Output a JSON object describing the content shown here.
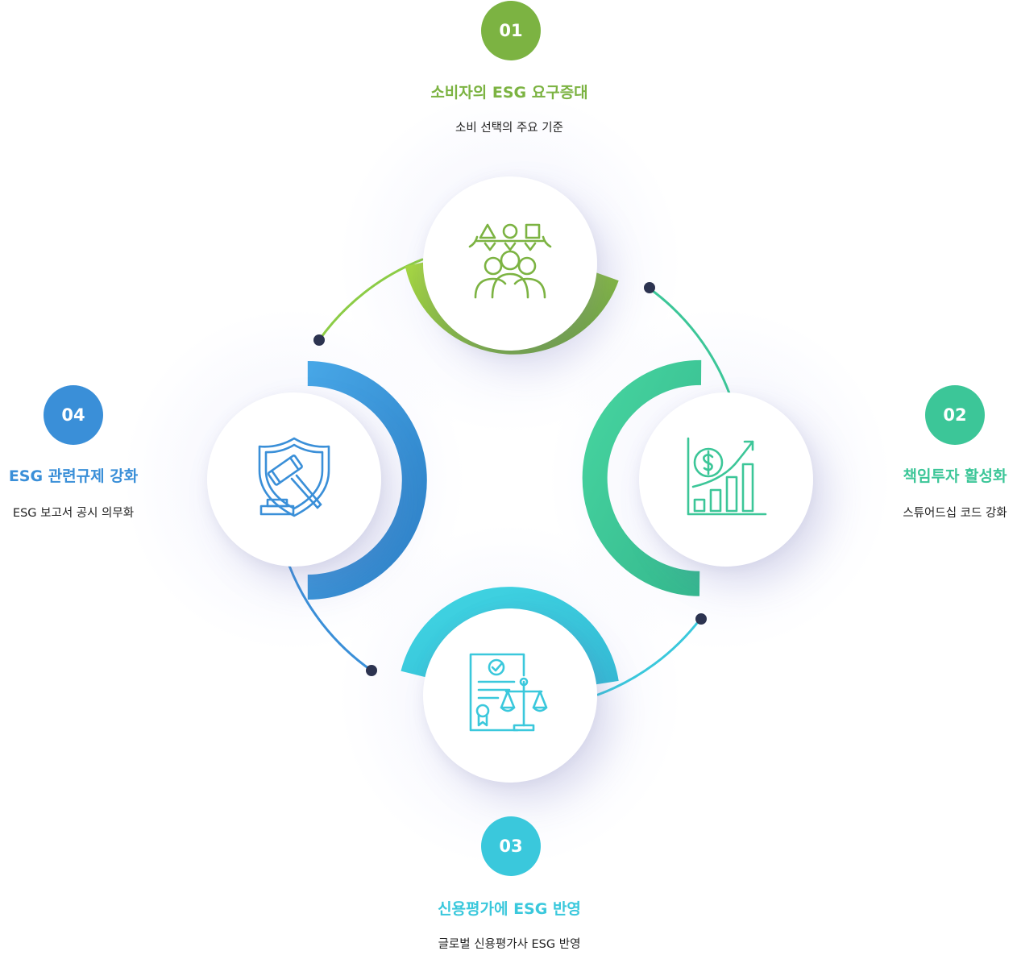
{
  "items": [
    {
      "number": "01",
      "title": "소비자의 ESG 요구증대",
      "description": "소비 선택의 주요 기준",
      "color": "#7cb342",
      "icon": "consumer-group-icon"
    },
    {
      "number": "02",
      "title": "책임투자 활성화",
      "description": "스튜어드십 코드 강화",
      "color": "#3cc698",
      "icon": "investment-growth-chart-icon"
    },
    {
      "number": "03",
      "title": "신용평가에 ESG 반영",
      "description": "글로벌 신용평가사 ESG 반영",
      "color": "#3ac8dc",
      "icon": "certificate-scale-icon"
    },
    {
      "number": "04",
      "title": "ESG 관련규제 강화",
      "description": "ESG 보고서 공시 의무화",
      "color": "#3a8fd8",
      "icon": "shield-gavel-icon"
    }
  ],
  "connector_dot_color": "#2c3350"
}
